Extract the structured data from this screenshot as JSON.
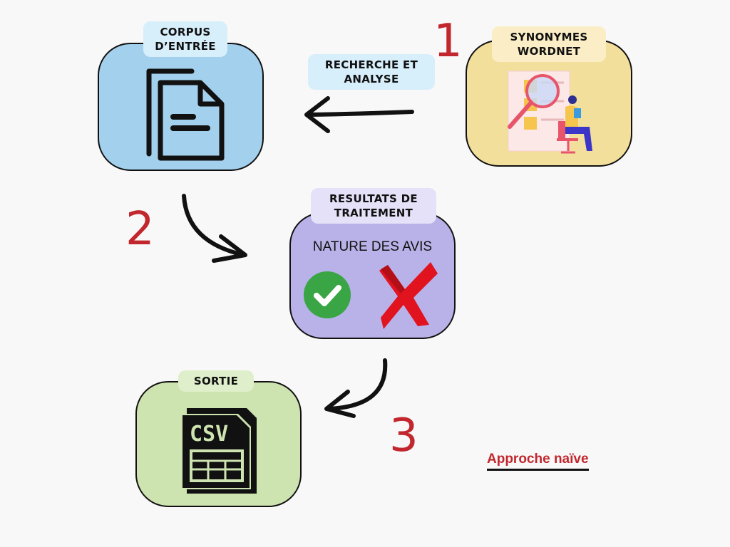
{
  "nodes": {
    "corpus": {
      "label": "CORPUS\nD’ENTRÉE",
      "color": "#a3d0ec",
      "tag_color": "#d7eefb"
    },
    "wordnet": {
      "label": "SYNONYMES\nWORDNET",
      "color": "#f3df9c",
      "tag_color": "#fbeec7"
    },
    "results": {
      "label": "RESULTATS DE\nTRAITEMENT",
      "color": "#b9b2e8",
      "tag_color": "#e4e1f8",
      "content": "NATURE DES AVIS"
    },
    "output": {
      "label": "SORTIE",
      "color": "#cde3b0",
      "tag_color": "#e0efcb",
      "file_label": "CSV"
    }
  },
  "edges": {
    "search": {
      "label": "RECHERCHE ET\nANALYSE",
      "tag_color": "#d7eefb"
    }
  },
  "steps": [
    "1",
    "2",
    "3"
  ],
  "caption": "Approche naïve",
  "colors": {
    "step": "#c1272d",
    "check": "#3aa544",
    "cross": "#e0131f"
  },
  "icons": [
    "document-icon",
    "magnifier-person-icon",
    "check-circle-icon",
    "red-cross-icon",
    "csv-file-icon"
  ]
}
